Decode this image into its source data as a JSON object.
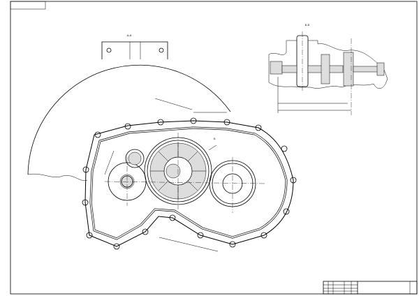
{
  "drawing": {
    "section_a_label": "А-А",
    "section_b_label": "Б-Б",
    "cut_marker_label": "Б"
  },
  "colors": {
    "line": "#000000",
    "hatch": "#dddddd",
    "paper": "#ffffff"
  }
}
